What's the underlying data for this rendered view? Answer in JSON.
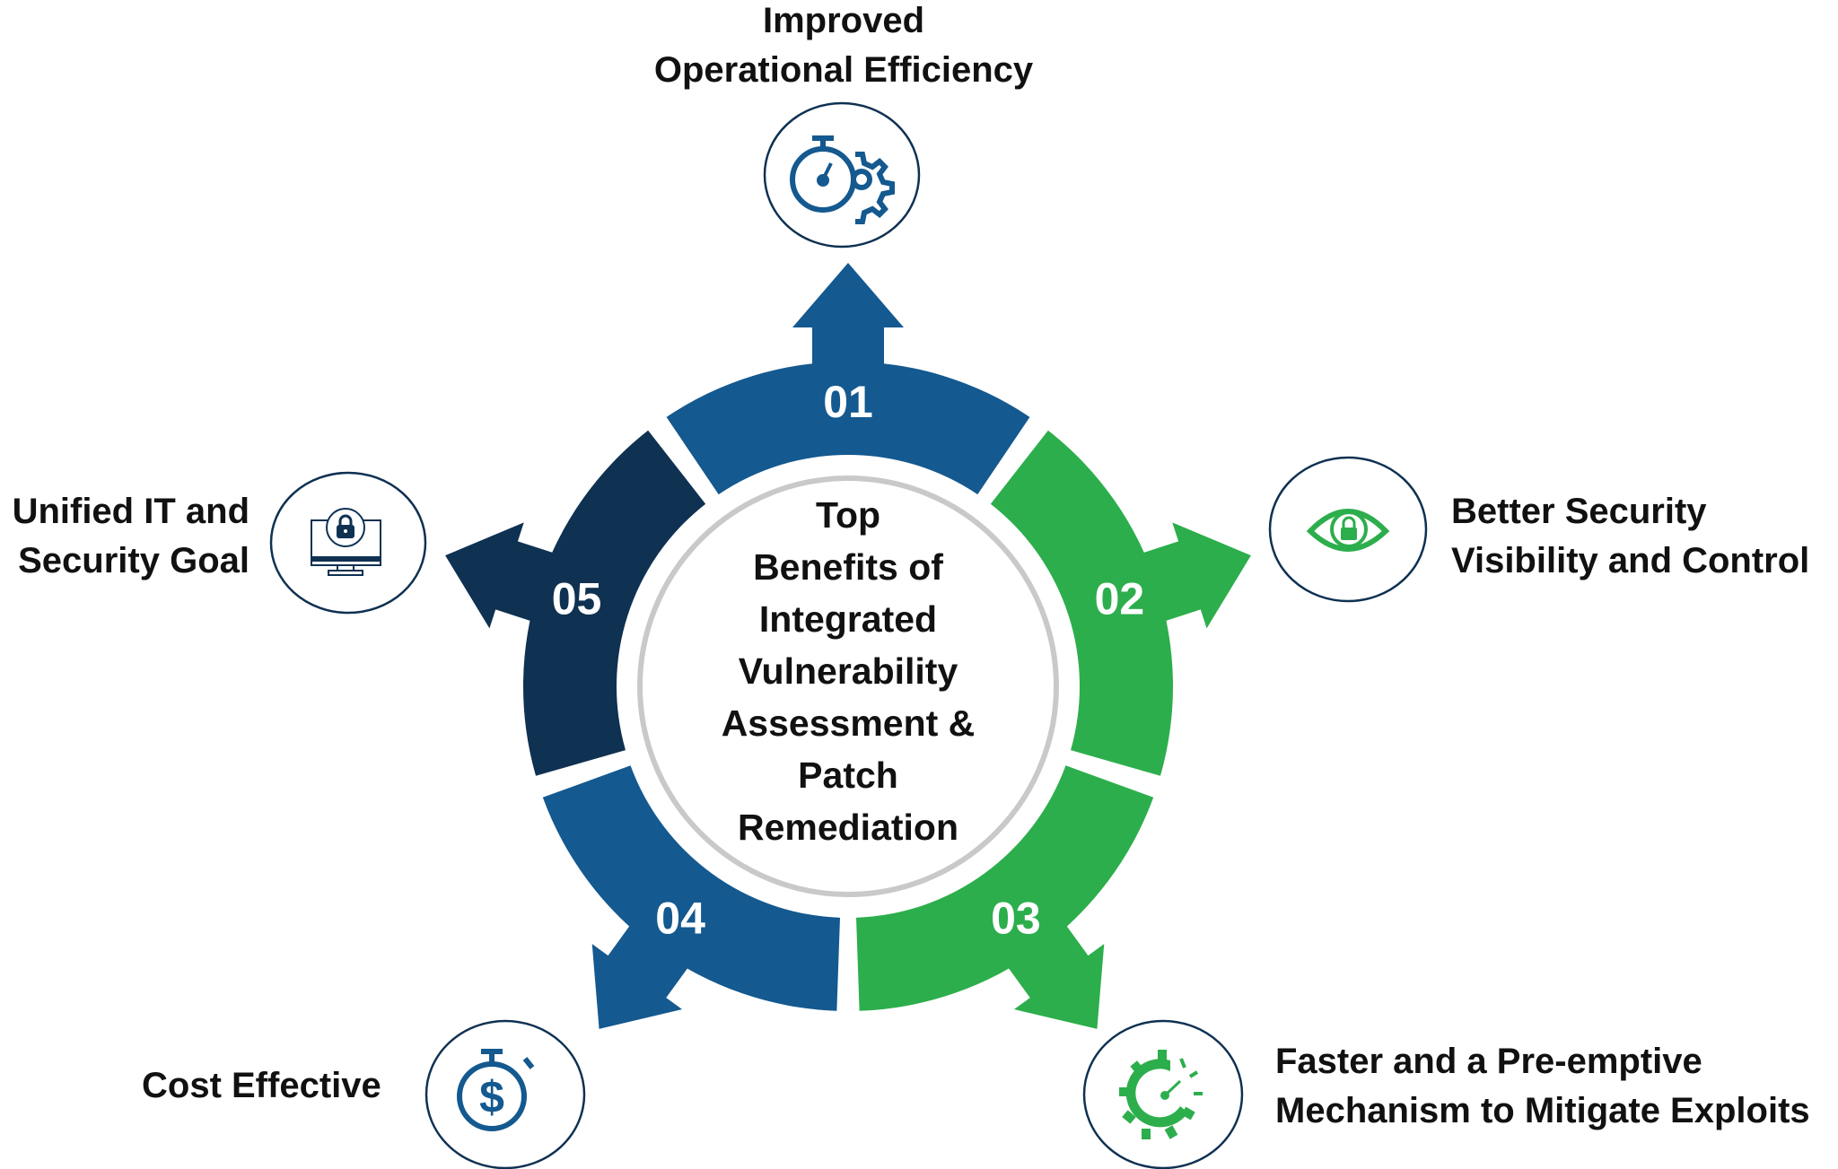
{
  "title": {
    "lines": [
      "Top",
      "Benefits of",
      "Integrated",
      "Vulnerability",
      "Assessment &",
      "Patch",
      "Remediation"
    ]
  },
  "colors": {
    "blue": "#14598F",
    "green": "#2CAE4C",
    "navy": "#0F3152",
    "ring_outline": "#C9C9C9",
    "icon_circle_border": "#0F3152",
    "text": "#111111"
  },
  "benefits": [
    {
      "number": "01",
      "lines": [
        "Improved",
        "Operational Efficiency"
      ],
      "icon": "stopwatch-gear-icon",
      "color": "blue"
    },
    {
      "number": "02",
      "lines": [
        "Better Security",
        "Visibility and Control"
      ],
      "icon": "eye-lock-icon",
      "color": "green"
    },
    {
      "number": "03",
      "lines": [
        "Faster and a Pre-emptive",
        "Mechanism to Mitigate Exploits"
      ],
      "icon": "gear-speedometer-icon",
      "color": "green"
    },
    {
      "number": "04",
      "lines": [
        "Cost Effective"
      ],
      "icon": "stopwatch-dollar-icon",
      "color": "blue"
    },
    {
      "number": "05",
      "lines": [
        "Unified IT and",
        "Security Goal"
      ],
      "icon": "monitor-lock-icon",
      "color": "navy"
    }
  ]
}
